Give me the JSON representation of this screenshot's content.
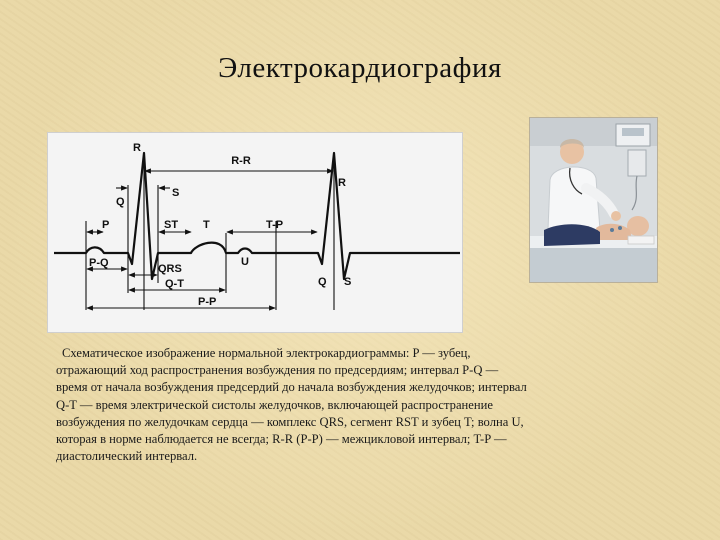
{
  "slide": {
    "title": "Электрокардиография"
  },
  "ecg_diagram": {
    "labels": {
      "rr": "R-R",
      "r_left": "R",
      "r_right": "R",
      "q_left": "Q",
      "s_left": "S",
      "p": "P",
      "st": "ST",
      "t": "T",
      "tp": "T-P",
      "pq": "P-Q",
      "qrs": "QRS",
      "u": "U",
      "qt": "Q-T",
      "pp": "P-P",
      "q_right": "Q",
      "s_right": "S"
    }
  },
  "caption": {
    "lines": [
      "Схематическое изображение нормальной электрокардиограммы: P — зубец,",
      "отражающий ход распространения возбуждения по предсердиям; интервал P-Q —",
      "время от начала возбуждения предсердий до начала возбуждения желудочков; интервал",
      "Q-T — время электрической систолы желудочков, включающей распространение",
      "возбуждения по желудочкам сердца — комплекс QRS, сегмент RST и зубец T; волна U,",
      "которая в норме наблюдается не всегда; R-R (P-P) — межцикловой интервал; T-P —",
      "диастолический интервал."
    ]
  }
}
